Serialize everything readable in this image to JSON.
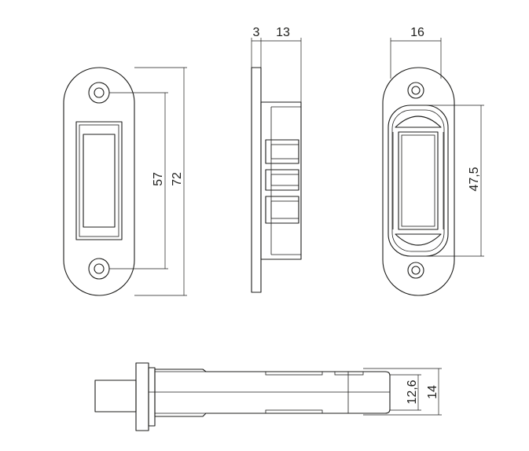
{
  "dimensions": {
    "front_hole_spacing": "57",
    "front_height": "72",
    "side_plate_thickness": "3",
    "side_body_depth": "13",
    "back_width": "16",
    "back_opening_height": "47,5",
    "bolt_inner_height": "12,6",
    "bolt_outer_height": "14"
  }
}
